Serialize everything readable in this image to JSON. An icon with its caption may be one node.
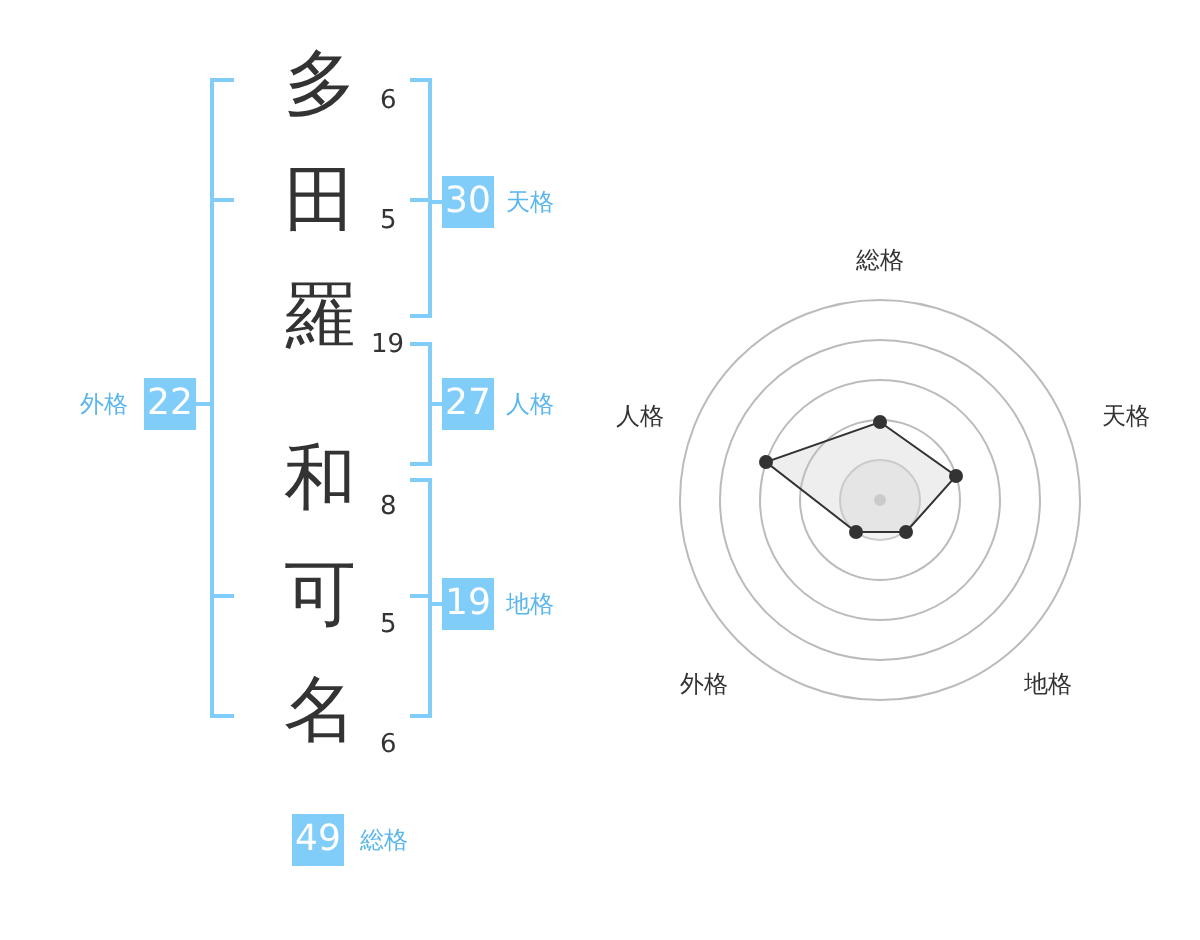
{
  "diagram": {
    "nodes": [
      {
        "text": [
          "30"
        ],
        "beside": [
          "天格"
        ]
      },
      {
        "text": [
          "22"
        ],
        "beside": [
          "外格"
        ]
      },
      {
        "text": [
          "27"
        ],
        "beside": [
          "人格"
        ]
      },
      {
        "text": [
          "19"
        ],
        "beside": [
          "地格"
        ]
      },
      {
        "text": [
          "49"
        ],
        "beside": [
          "総格"
        ]
      }
    ],
    "labels": [
      "多",
      "6",
      "田",
      "5",
      "羅",
      "19",
      "和",
      "8",
      "可",
      "5",
      "名",
      "6",
      "総格",
      "人格",
      "天格",
      "外格",
      "地格"
    ]
  }
}
